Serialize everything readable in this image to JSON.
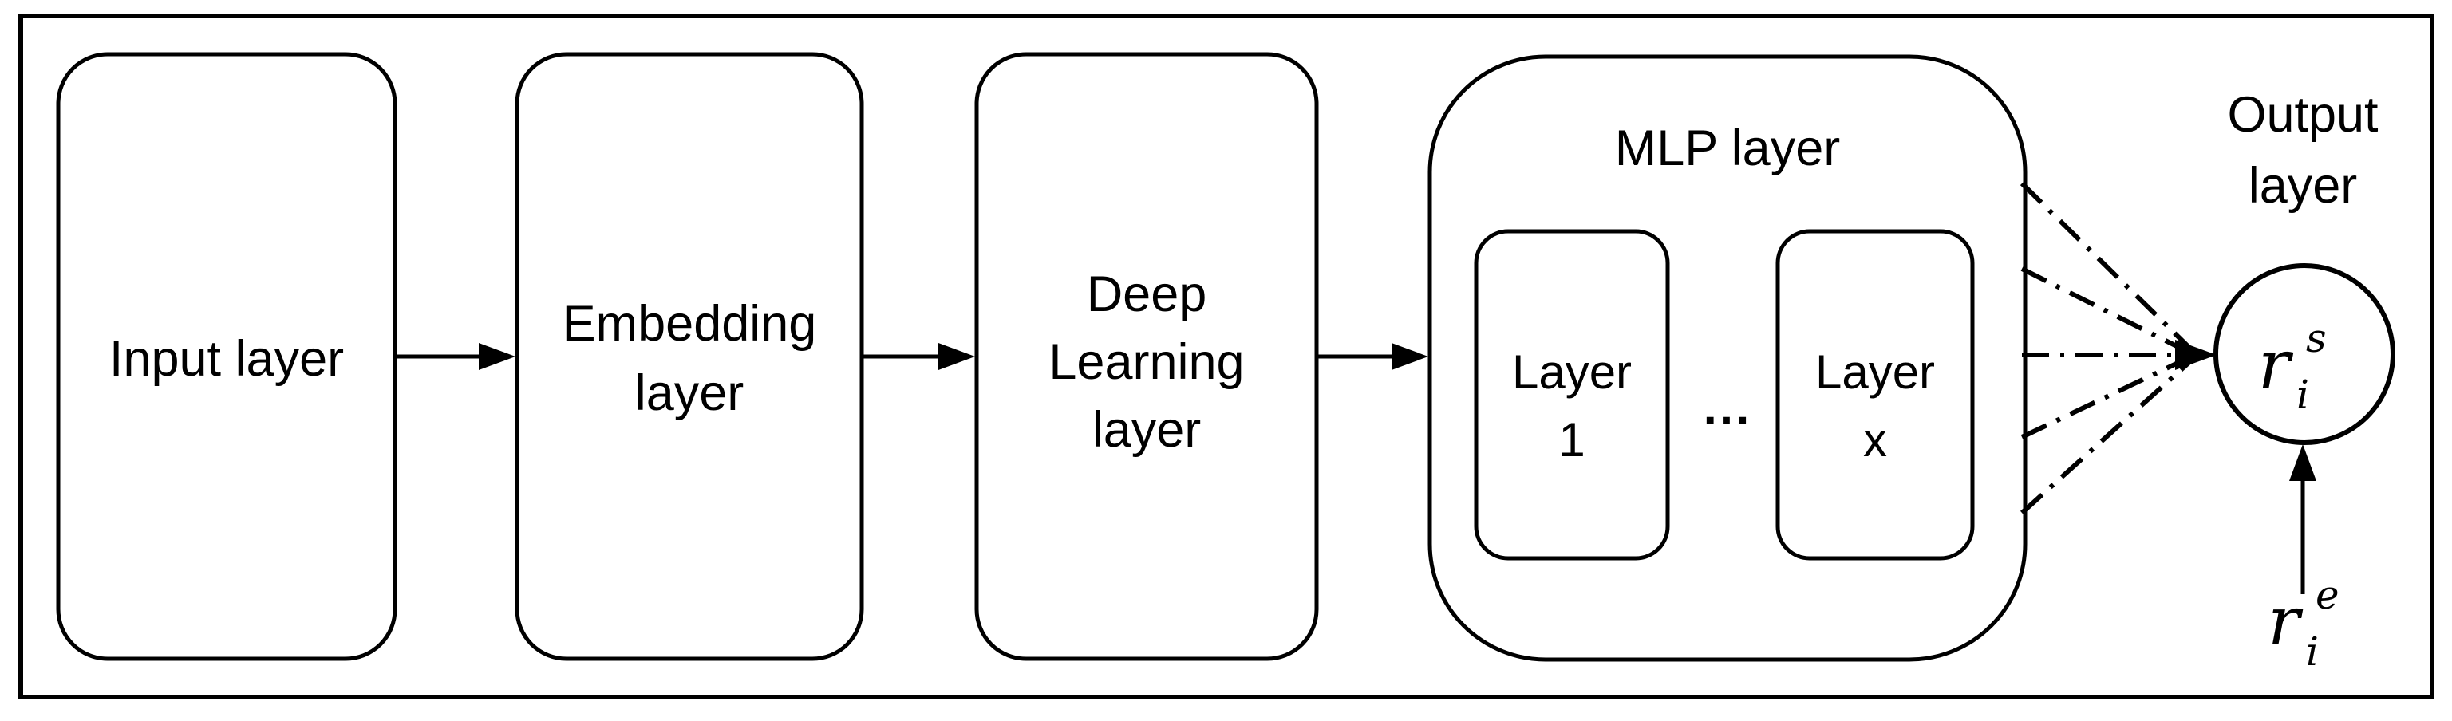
{
  "diagram": {
    "colors": {
      "background": "#ffffff",
      "line": "#000000",
      "text": "#000000",
      "math_red": "#fa4348"
    },
    "boxes": {
      "input": {
        "lines": [
          "Input layer"
        ]
      },
      "embedding": {
        "lines": [
          "Embedding",
          "layer"
        ]
      },
      "deep_learning": {
        "lines": [
          "Deep",
          "Learning",
          "layer"
        ]
      },
      "mlp": {
        "title": "MLP layer",
        "ellipsis": "...",
        "layer1": {
          "lines": [
            "Layer",
            "1"
          ]
        },
        "layerx": {
          "lines": [
            "Layer",
            "x"
          ]
        }
      },
      "output": {
        "lines": [
          "Output",
          "layer"
        ]
      }
    },
    "connections": {
      "mlp_to_output_dashdot_lines": 5
    },
    "output_node": {
      "base": "r",
      "sub": "i",
      "sup": "s"
    },
    "external_input": {
      "base": "r",
      "sub": "i",
      "sup": "e"
    }
  }
}
